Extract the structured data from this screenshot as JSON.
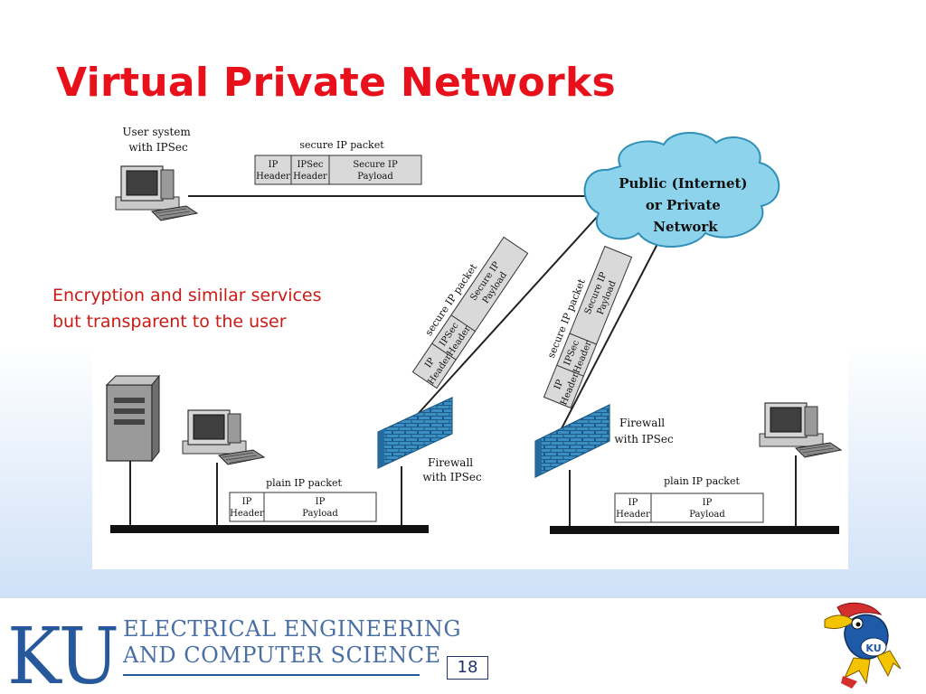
{
  "slide": {
    "title": "Virtual Private Networks",
    "caption_lines": [
      "Encryption and similar services",
      "but transparent to the user"
    ],
    "page_number": "18"
  },
  "diagram": {
    "user_system_label": [
      "User system",
      "with IPSec"
    ],
    "cloud_label": [
      "Public (Internet)",
      "or Private",
      "Network"
    ],
    "secure_packet_label": "secure IP packet",
    "plain_packet_label": "plain IP packet",
    "firewall_label": [
      "Firewall",
      "with IPSec"
    ],
    "fields": {
      "ip_header": [
        "IP",
        "Header"
      ],
      "ipsec_header": [
        "IPSec",
        "Header"
      ],
      "secure_payload": [
        "Secure IP",
        "Payload"
      ],
      "ip_payload": [
        "IP",
        "Payload"
      ]
    }
  },
  "footer": {
    "logo_letters": "KU",
    "department_lines": [
      "ELECTRICAL ENGINEERING",
      "AND COMPUTER SCIENCE"
    ]
  },
  "colors": {
    "title": "#e8101a",
    "cloud_fill": "#8ed3ec",
    "firewall": "#3b8fc4",
    "ku_blue": "#27589b",
    "packet_fill": "#d9d9d9"
  }
}
